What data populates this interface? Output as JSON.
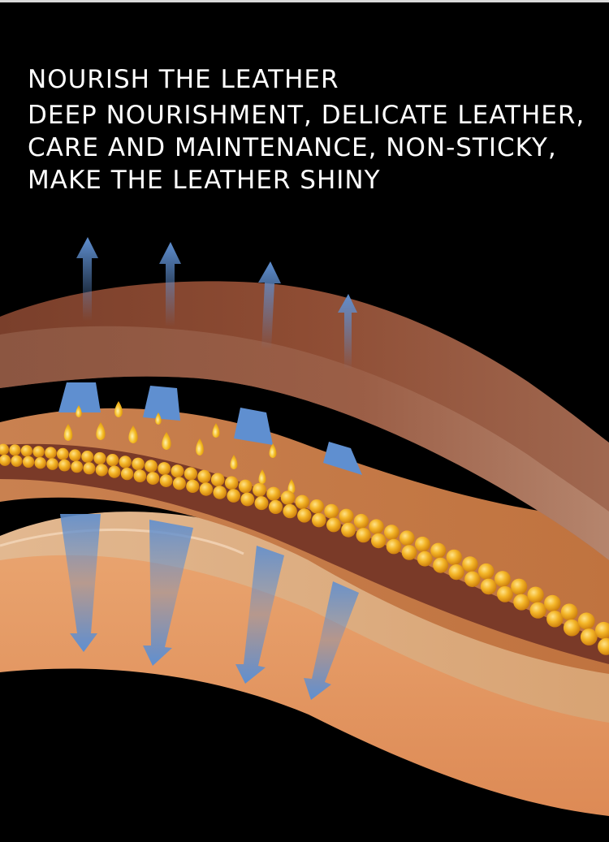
{
  "headline": {
    "title": "NOURISH THE LEATHER",
    "lines": [
      "DEEP NOURISHMENT, DELICATE LEATHER,",
      "CARE AND MAINTENANCE, NON-STICKY,",
      "MAKE THE LEATHER SHINY"
    ]
  },
  "colors": {
    "background": "#000000",
    "text": "#ffffff",
    "top_layer": "#8a4b33",
    "middle_layer": "#c8784a",
    "bead_band": "#7a3a28",
    "lower_layer_light": "#d9a578",
    "bottom_layer": "#e09060",
    "arrow": "#5f8fd0",
    "droplet": "#f2b21e"
  },
  "icons": {
    "up_arrow": "arrow-up-icon",
    "down_arrow": "arrow-down-icon",
    "droplet": "oil-droplet-icon",
    "bead": "oil-bead-icon"
  }
}
